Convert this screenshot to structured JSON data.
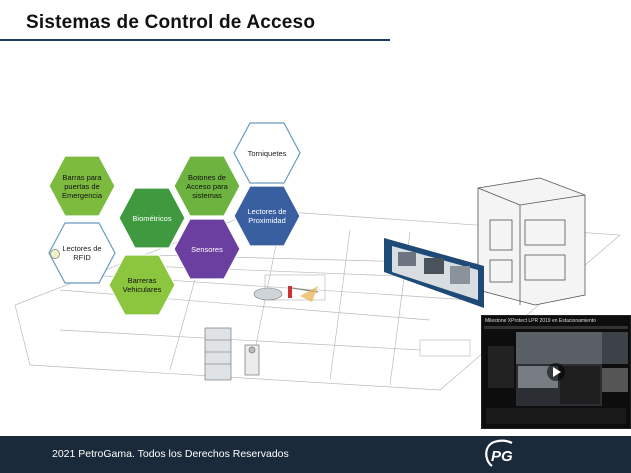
{
  "slide": {
    "title": "Sistemas de Control de Acceso",
    "footer_text": "2021 PetroGama. Todos los Derechos Reservados",
    "logo_text": "PG"
  },
  "hexagons": [
    {
      "id": "barras-emergencia",
      "label_lines": [
        "Barras para",
        "puertas de",
        "Emergencia"
      ],
      "fill": "#7dbb3f",
      "text_color": "#111111"
    },
    {
      "id": "biometricos",
      "label_lines": [
        "Biométricos"
      ],
      "fill": "#3f9a3f",
      "text_color": "#ffffff"
    },
    {
      "id": "lectores-rfid",
      "label_lines": [
        "Lectores de",
        "RFID"
      ],
      "fill": "#ffffff",
      "text_color": "#222222"
    },
    {
      "id": "barreras-vehiculares",
      "label_lines": [
        "Barreras",
        "Vehiculares"
      ],
      "fill": "#8cc63f",
      "text_color": "#111111"
    },
    {
      "id": "botones-acceso",
      "label_lines": [
        "Botones de",
        "Acceso para",
        "sistemas"
      ],
      "fill": "#6db33f",
      "text_color": "#111111"
    },
    {
      "id": "sensores",
      "label_lines": [
        "Sensores"
      ],
      "fill": "#6b3fa0",
      "text_color": "#ffffff"
    },
    {
      "id": "torniquetes",
      "label_lines": [
        "Torniquetes"
      ],
      "fill": "#ffffff",
      "text_color": "#222222"
    },
    {
      "id": "lectores-proximidad",
      "label_lines": [
        "Lectores de",
        "Proximidad"
      ],
      "fill": "#3a5fa0",
      "text_color": "#ffffff"
    }
  ],
  "video": {
    "title": "Milestone XProtect LPR 2019 en Estacionamiento"
  }
}
